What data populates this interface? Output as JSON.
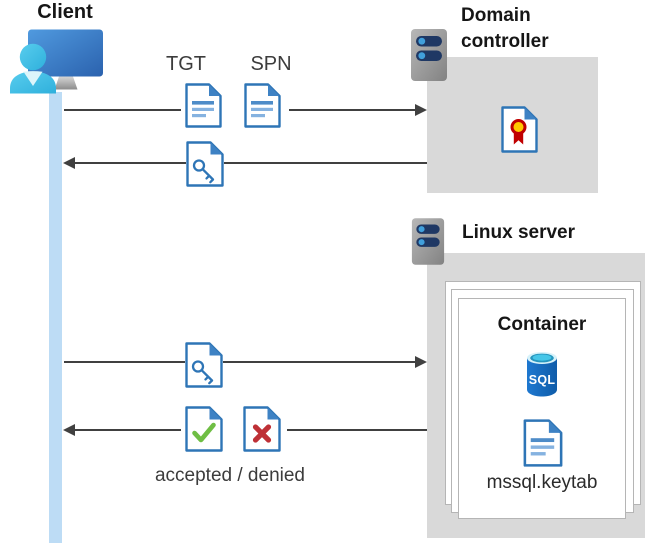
{
  "labels": {
    "client": "Client",
    "domain_controller": "Domain controller",
    "linux_server": "Linux server",
    "container": "Container",
    "sql": "SQL",
    "keytab": "mssql.keytab",
    "tgt": "TGT",
    "spn": "SPN",
    "accepted_denied": "accepted / denied"
  },
  "colors": {
    "document_blue": "#2E75B6",
    "document_fold_blue": "#3E82C4",
    "document_line_blue": "#85B2E0",
    "arrow_gray": "#404040",
    "box_gray": "#D9D9D9",
    "lifeline_blue": "#BDDCF5",
    "check_green": "#6FBE44",
    "deny_red": "#BE3036",
    "certificate_yellow": "#FFC800",
    "certificate_red": "#C00000",
    "server_body_gray": "#9A9A9A",
    "server_bar_navy": "#1F3864",
    "server_dot_blue": "#41A0DC",
    "sql_cylinder_blue": "#1566B8",
    "sql_top_cyan": "#2BA6CE",
    "person_cyan": "#41BEE8",
    "monitor_blue": "#3877C4"
  }
}
